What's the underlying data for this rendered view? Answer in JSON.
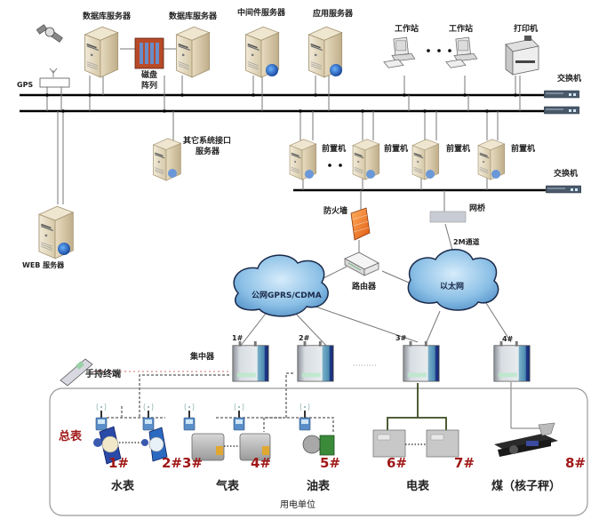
{
  "diagram": {
    "gps_label": "GPS",
    "top_servers": [
      {
        "id": "db1",
        "label": "数据库服务器"
      },
      {
        "id": "db2",
        "label": "数据库服务器"
      },
      {
        "id": "middleware",
        "label": "中间件服务器"
      },
      {
        "id": "app",
        "label": "应用服务器"
      }
    ],
    "disk_array_label_line1": "磁盘",
    "disk_array_label_line2": "阵列",
    "workstations": [
      {
        "label": "工作站"
      },
      {
        "label": "工作站"
      }
    ],
    "printer_label": "打印机",
    "switch_top_label": "交换机",
    "switch_front_label": "交换机",
    "other_interface_server_line1": "其它系统接口",
    "other_interface_server_line2": "服务器",
    "web_server_label": "WEB 服务器",
    "front_end_machines": [
      {
        "label": "前置机"
      },
      {
        "label": "前置机"
      },
      {
        "label": "前置机"
      },
      {
        "label": "前置机"
      }
    ],
    "firewall_label": "防火墙",
    "bridge_label": "网桥",
    "channel_label": "2M通道",
    "router_label": "路由器",
    "cloud_public": "公网GPRS/CDMA",
    "cloud_ethernet": "以太网",
    "concentrator_label": "集中器",
    "handheld_label": "手持终端",
    "concentrators": [
      {
        "label": "1#"
      },
      {
        "label": "2#"
      },
      {
        "label": "3#"
      },
      {
        "label": "4#"
      }
    ],
    "main_meter_label": "总表",
    "meter_numbers": [
      "1#",
      "2#",
      "3#",
      "4#",
      "5#",
      "6#",
      "7#",
      "8#"
    ],
    "meter_categories": [
      {
        "label": "水表"
      },
      {
        "label": "气表"
      },
      {
        "label": "油表"
      },
      {
        "label": "电表"
      },
      {
        "label": "煤（核子秤）"
      }
    ],
    "unit_label": "用电单位"
  }
}
